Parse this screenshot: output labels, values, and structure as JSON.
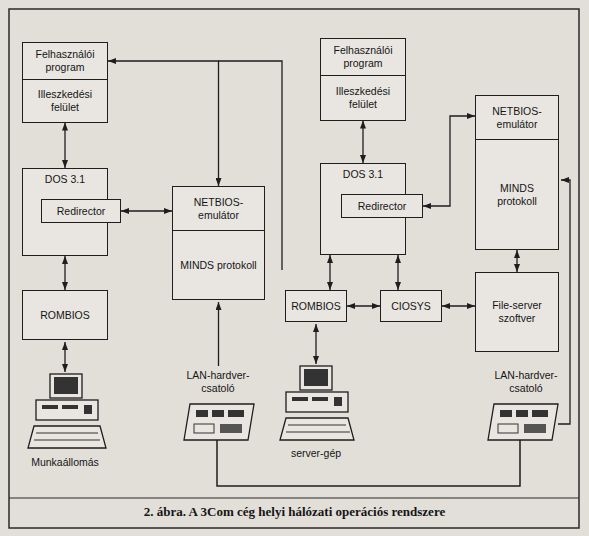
{
  "diagram": {
    "caption": "2. ábra. A 3Com cég helyi hálózati operációs rendszere",
    "nodes": [
      {
        "text": [
          "Felhasználói program"
        ]
      },
      {
        "text": [
          "Illeszkedési felület"
        ]
      },
      {
        "text": [
          "Felhasználói program"
        ]
      },
      {
        "text": [
          "Illeszkedési felület"
        ]
      },
      {
        "text": [
          "NETBIOS-emulátor",
          "MINDS protokoll"
        ]
      },
      {
        "text": [
          "DOS 3.1"
        ]
      },
      {
        "text": [
          "Redirector"
        ],
        "in": 5
      },
      {
        "text": [
          "NETBIOS-emulátor",
          "MINDS protokoll"
        ]
      },
      {
        "text": [
          "DOS 3.1"
        ]
      },
      {
        "text": [
          "Redirector"
        ],
        "in": 8
      },
      {
        "text": [
          "File-server szoftver"
        ]
      },
      {
        "text": [
          "ROMBIOS"
        ]
      },
      {
        "text": [
          "ROMBIOS"
        ]
      },
      {
        "text": [
          "CIOSYS"
        ]
      }
    ],
    "edges": [
      {
        "from": 1,
        "to": 5,
        "arrow": "both"
      },
      {
        "from": 5,
        "to": 11,
        "arrow": "both"
      },
      {
        "from": 6,
        "to": 7,
        "arrow": "both"
      },
      {
        "from": 0,
        "to": 7,
        "arrow": "both"
      },
      {
        "from": 3,
        "to": 8,
        "arrow": "both"
      },
      {
        "from": 8,
        "to": 12,
        "arrow": "both"
      },
      {
        "from": 8,
        "to": 13,
        "arrow": "both"
      },
      {
        "from": 9,
        "to": 4,
        "arrow": "both"
      },
      {
        "from": 12,
        "to": 13,
        "arrow": "both"
      },
      {
        "from": 13,
        "to": 10,
        "arrow": "both"
      },
      {
        "from": 4,
        "to": 10,
        "arrow": "both"
      }
    ],
    "labels": [
      "Munkaállomás",
      "LAN-hardver-csatoló",
      "server-gép",
      "LAN-hardver-csatoló"
    ]
  }
}
